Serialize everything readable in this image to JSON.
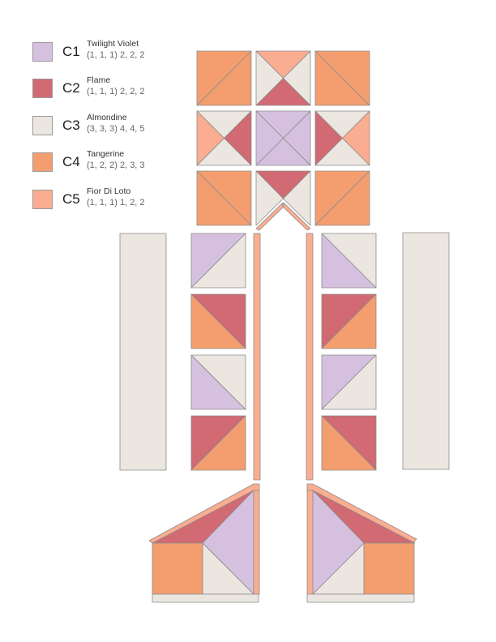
{
  "legend": [
    {
      "code": "C1",
      "name": "Twilight Violet",
      "quantities": "(1, 1, 1) 2, 2, 2",
      "color": "#D5C1DF"
    },
    {
      "code": "C2",
      "name": "Flame",
      "quantities": "(1, 1, 1) 2, 2, 2",
      "color": "#D16A72"
    },
    {
      "code": "C3",
      "name": "Almondine",
      "quantities": "(3, 3, 3) 4, 4, 5",
      "color": "#EBE6E0"
    },
    {
      "code": "C4",
      "name": "Tangerine",
      "quantities": "(1, 2, 2) 2, 3, 3",
      "color": "#F49E70"
    },
    {
      "code": "C5",
      "name": "Fior Di Loto",
      "quantities": "(1, 1, 1) 1, 2, 2",
      "color": "#FAAD90"
    }
  ],
  "colors": {
    "C1": "#D5C1DF",
    "C2": "#D16A72",
    "C3": "#EBE6E0",
    "C4": "#F49E70",
    "C5": "#FAAD90",
    "outline": "#8C8C8C"
  }
}
